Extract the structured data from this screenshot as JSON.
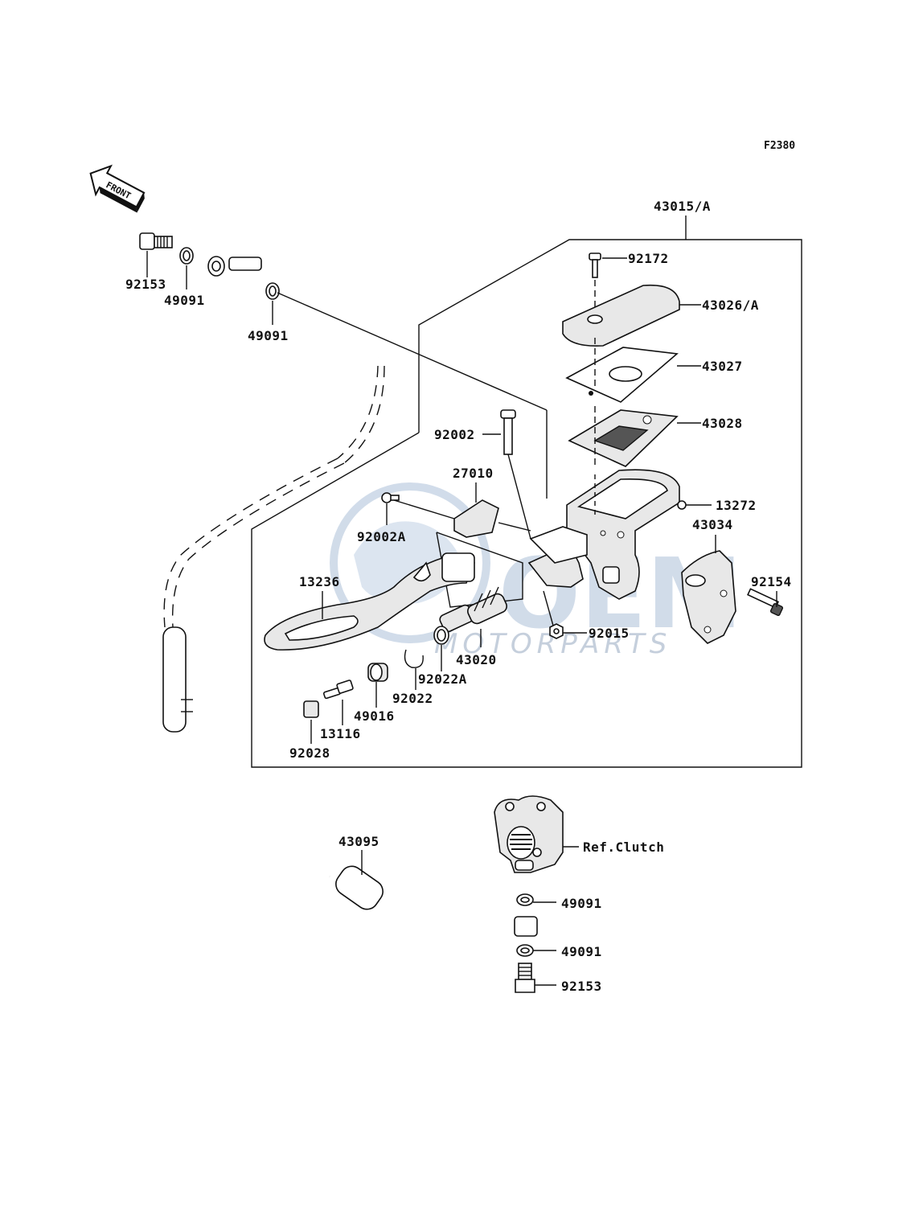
{
  "diagram_code": "F2380",
  "front_label": "FRONT",
  "watermark": {
    "brand": "OEM",
    "sub": "MOTORPARTS"
  },
  "parts": {
    "p43015": "43015/A",
    "p92172": "92172",
    "p43026": "43026/A",
    "p43027": "43027",
    "p43028": "43028",
    "p92002": "92002",
    "p27010": "27010",
    "p13272": "13272",
    "p92002A": "92002A",
    "p43034": "43034",
    "p13236": "13236",
    "p92154": "92154",
    "p92015": "92015",
    "p43020": "43020",
    "p92022A": "92022A",
    "p92022": "92022",
    "p49016": "49016",
    "p13116": "13116",
    "p92028": "92028",
    "p92153a": "92153",
    "p49091a": "49091",
    "p49091b": "49091",
    "p43095": "43095",
    "refclutch": "Ref.Clutch",
    "p49091c": "49091",
    "p49091d": "49091",
    "p92153b": "92153"
  }
}
